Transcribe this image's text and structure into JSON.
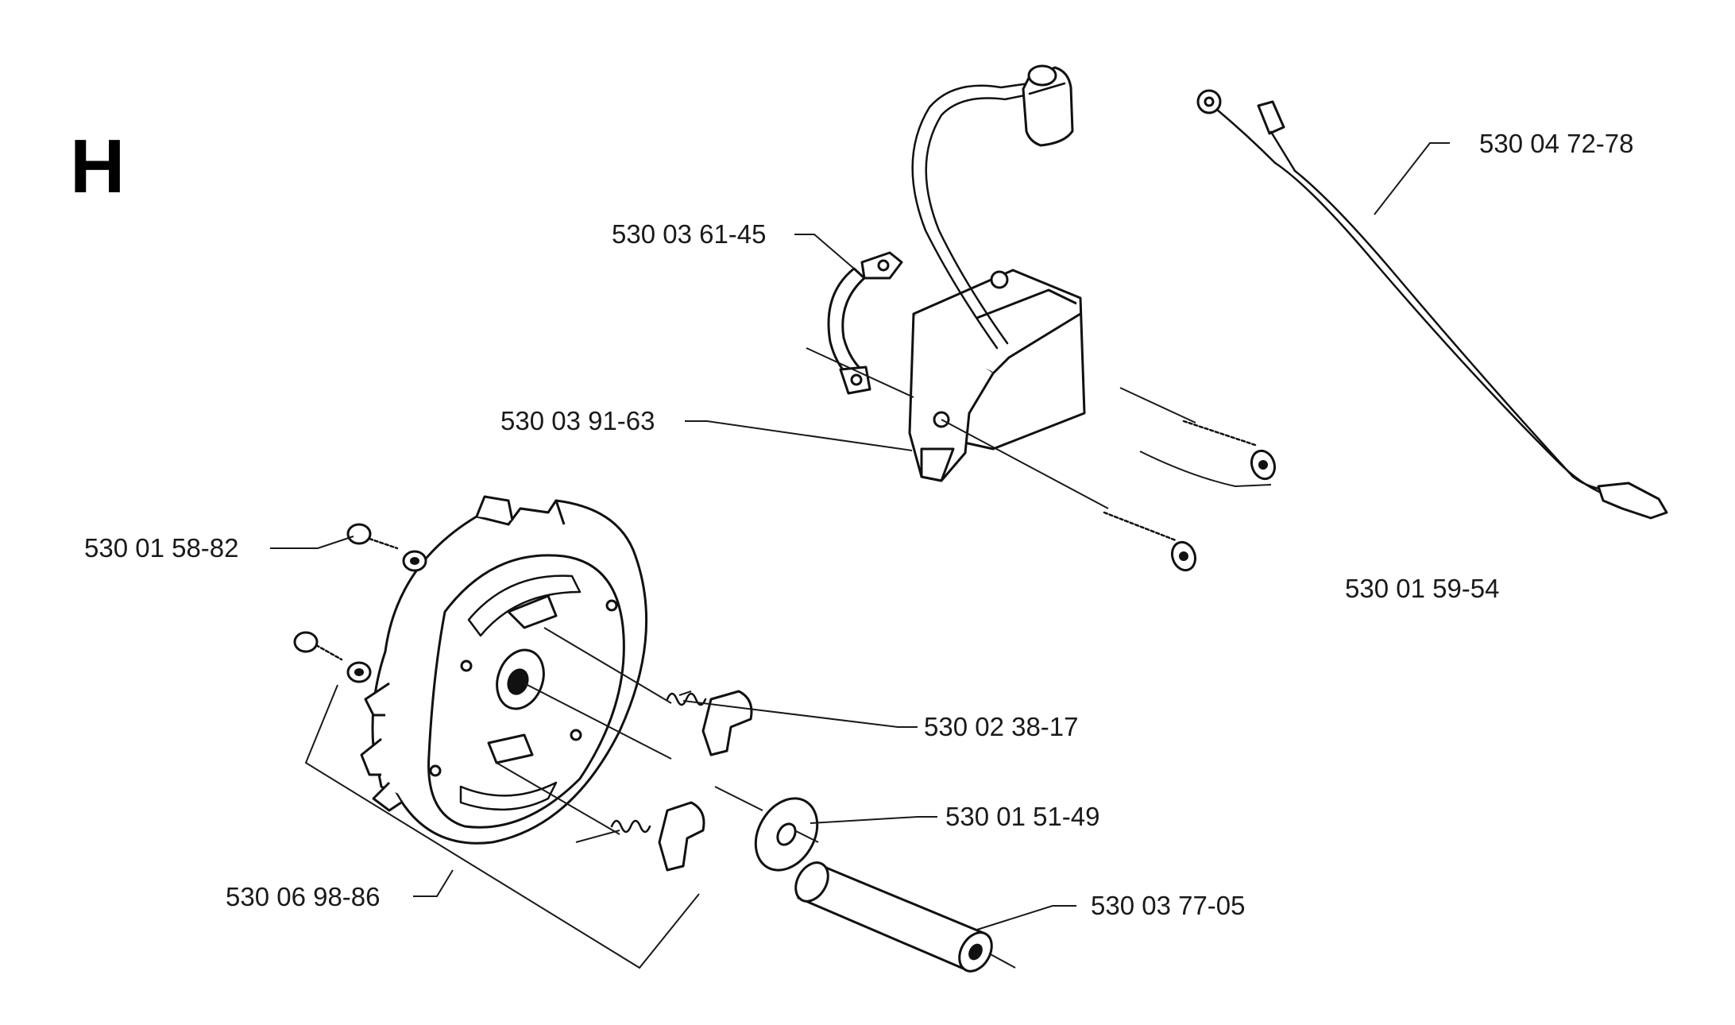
{
  "section_letter": "H",
  "callouts": {
    "cable_assembly": "530 04 72-78",
    "clamp": "530 03 61-45",
    "ignition_module": "530 03 91-63",
    "terminal": "530 01 59-54",
    "flywheel_screw": "530 01 58-82",
    "spring": "530 02 38-17",
    "washer": "530 01 51-49",
    "flywheel_kit": "530 06 98-86",
    "roller": "530 03 77-05"
  }
}
